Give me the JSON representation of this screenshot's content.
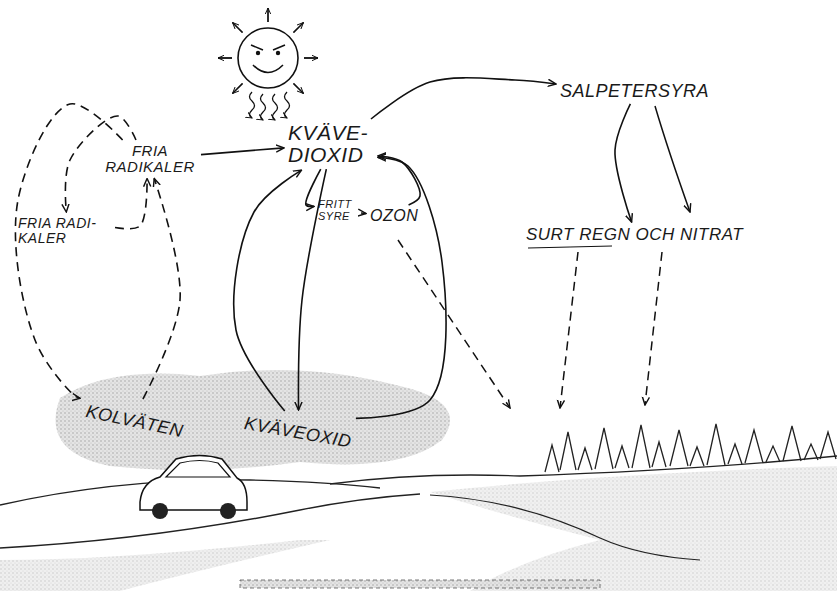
{
  "diagram": {
    "nodes": [
      {
        "text": [
          "FRIA RADIKALER"
        ]
      },
      {
        "text": [
          "KVÄVE- DIOXID"
        ]
      },
      {
        "text": [
          "SALPETERSYRA"
        ]
      },
      {
        "text": [
          "FRIA RADI- KALER"
        ]
      },
      {
        "text": [
          "FRITT SYRE"
        ]
      },
      {
        "text": [
          "OZON"
        ]
      },
      {
        "text": [
          "SURT REGN OCH NITRAT"
        ]
      },
      {
        "text": [
          "KOLVÄTEN"
        ]
      },
      {
        "text": [
          "KVÄVEOXID"
        ]
      }
    ],
    "edges": [
      {
        "from": 0,
        "to": 1,
        "arrow": "to"
      },
      {
        "from": 1,
        "to": 2,
        "arrow": "to"
      },
      {
        "from": 2,
        "to": 6,
        "arrow": "to"
      },
      {
        "from": 1,
        "to": 4,
        "arrow": "to"
      },
      {
        "from": 4,
        "to": 5,
        "arrow": "to"
      },
      {
        "from": 1,
        "to": 8,
        "arrow": "to"
      },
      {
        "from": 8,
        "to": 1,
        "arrow": "to"
      },
      {
        "from": 5,
        "to": 1,
        "arrow": "to"
      },
      {
        "from": 8,
        "to": 1,
        "arrow": "to"
      },
      {
        "from": 7,
        "to": 0,
        "arrow": "to"
      },
      {
        "from": 0,
        "to": 3,
        "arrow": "to"
      },
      {
        "from": 3,
        "to": 0,
        "arrow": "to"
      },
      {
        "from": 0,
        "to": 7,
        "arrow": "to"
      }
    ]
  }
}
